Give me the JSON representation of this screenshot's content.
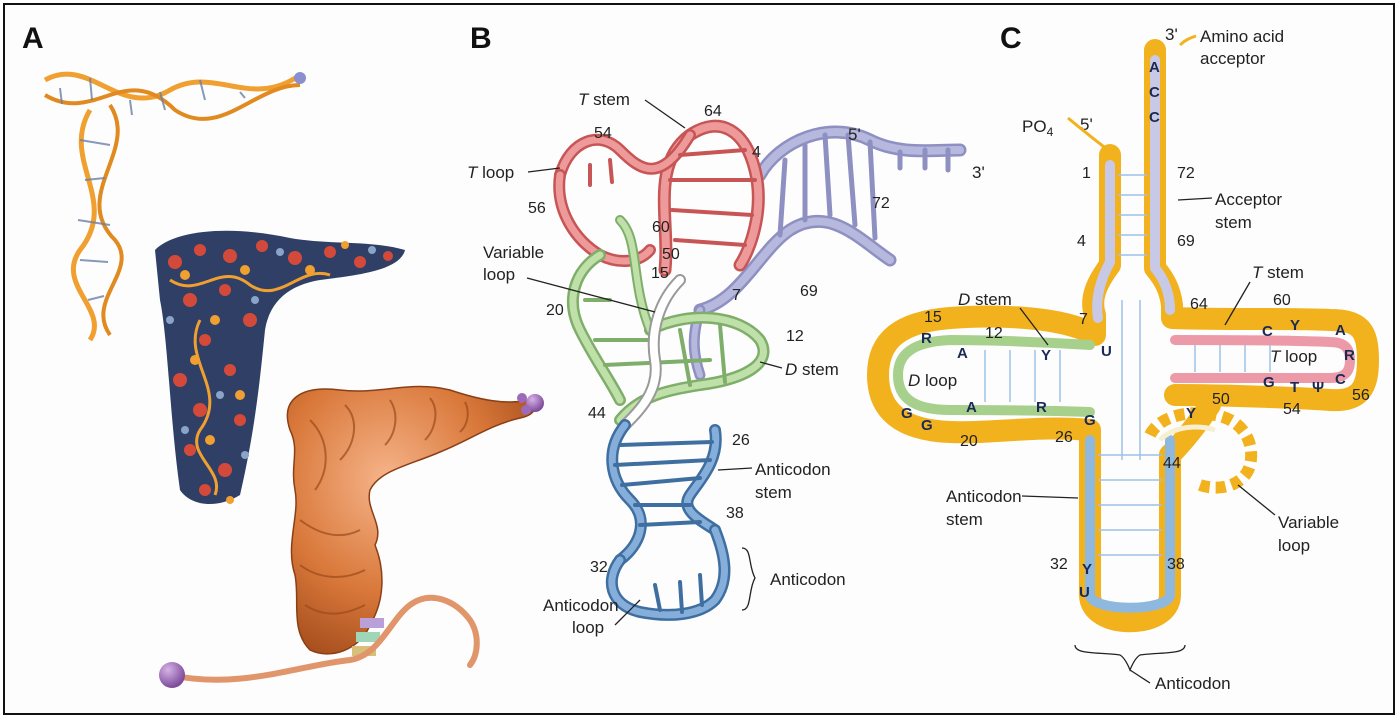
{
  "panels": {
    "a": {
      "letter": "A"
    },
    "b": {
      "letter": "B",
      "labels": {
        "t_stem_t": "T",
        "t_stem": " stem",
        "t_loop_t": "T",
        "t_loop": " loop",
        "variable_loop_1": "Variable",
        "variable_loop_2": "loop",
        "d_stem_d": "D",
        "d_stem": " stem",
        "anticodon_stem_1": "Anticodon",
        "anticodon_stem_2": "stem",
        "anticodon": "Anticodon",
        "anticodon_loop_1": "Anticodon",
        "anticodon_loop_2": "loop",
        "five_prime": "5'",
        "three_prime": "3'"
      },
      "numbers": {
        "n54": "54",
        "n64": "64",
        "n4": "4",
        "n56": "56",
        "n60": "60",
        "n50": "50",
        "n15": "15",
        "n72": "72",
        "n7": "7",
        "n69": "69",
        "n20": "20",
        "n12": "12",
        "n44": "44",
        "n26": "26",
        "n38": "38",
        "n32": "32"
      }
    },
    "c": {
      "letter": "C",
      "labels": {
        "three_prime": "3'",
        "amino_acid_1": "Amino acid",
        "amino_acid_2": "acceptor",
        "po4": "PO",
        "po4_sub": "4",
        "five_prime": "5'",
        "acceptor_stem_1": "Acceptor",
        "acceptor_stem_2": "stem",
        "t_stem_t": "T",
        "t_stem": " stem",
        "d_stem_d": "D",
        "d_stem": " stem",
        "t_loop_t": "T",
        "t_loop": " loop",
        "d_loop_d": "D",
        "d_loop": " loop",
        "anticodon_stem_1": "Anticodon",
        "anticodon_stem_2": "stem",
        "variable_loop_1": "Variable",
        "variable_loop_2": "loop",
        "anticodon": "Anticodon"
      },
      "bases": {
        "a1": "A",
        "c1": "C",
        "c2": "C",
        "u1": "U",
        "y1": "Y",
        "r1": "R",
        "a2": "A",
        "g1": "G",
        "g2": "G",
        "a3": "A",
        "r2": "R",
        "g3": "G",
        "c3": "C",
        "y2": "Y",
        "a4": "A",
        "r3": "R",
        "c4": "C",
        "g4": "G",
        "t1": "T",
        "psi": "Ψ",
        "y3": "Y",
        "y4": "Y",
        "u2": "U"
      },
      "numbers": {
        "n1": "1",
        "n72": "72",
        "n4": "4",
        "n69": "69",
        "n64": "64",
        "n60": "60",
        "n15": "15",
        "n12": "12",
        "n7": "7",
        "n50": "50",
        "n54": "54",
        "n56": "56",
        "n20": "20",
        "n26": "26",
        "n44": "44",
        "n32": "32",
        "n38": "38"
      }
    }
  },
  "colors": {
    "t_arm": "#e98a8a",
    "d_arm": "#a8d08d",
    "acceptor": "#a9aad4",
    "anticodon_arm": "#6f9fcf",
    "variable": "#f2f2f2",
    "outline": "#f2b21e",
    "ribbon": "#f0a030",
    "surface": "#d9783a"
  }
}
